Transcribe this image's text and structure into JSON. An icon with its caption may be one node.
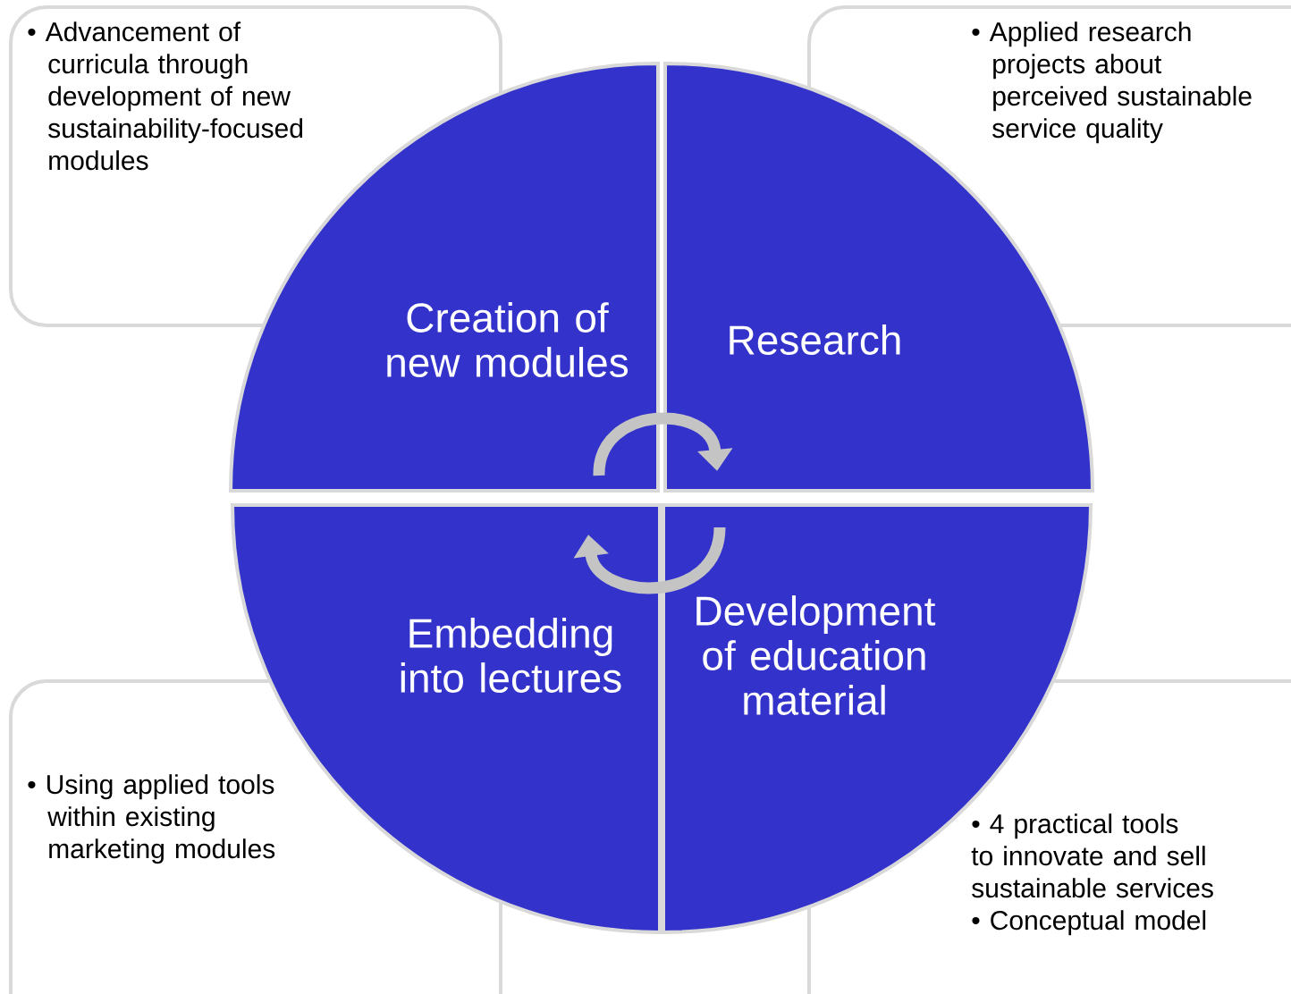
{
  "diagram": {
    "nodes": [
      {
        "text": [
          "• Advancement of curricula through development of new sustainability-focused modules"
        ]
      },
      {
        "text": [
          "• Applied research projects about perceived sustainable service quality"
        ]
      },
      {
        "text": [
          "Creation of new modules"
        ]
      },
      {
        "text": [
          "Research"
        ]
      },
      {
        "text": [
          "Embedding into lectures"
        ]
      },
      {
        "text": [
          "Development of education material"
        ]
      },
      {
        "text": [
          "• Using applied tools within existing marketing modules"
        ]
      },
      {
        "text": [
          "• 4 practical tools to innovate and sell sustainable services",
          "• Conceptual model"
        ]
      }
    ],
    "edges": [
      {
        "from": 2,
        "to": 3,
        "arrow": "to"
      },
      {
        "from": 5,
        "to": 4,
        "arrow": "to"
      }
    ]
  }
}
